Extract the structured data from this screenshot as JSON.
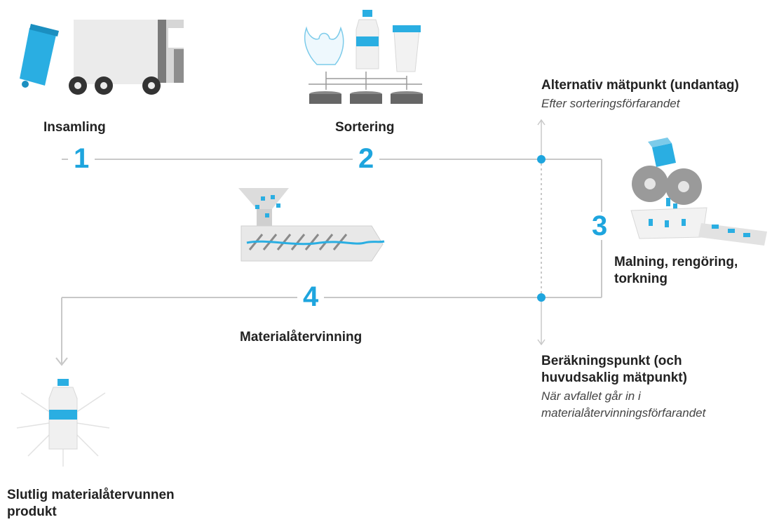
{
  "colors": {
    "accent": "#1ea5de",
    "line": "#c8c8c8",
    "text": "#222222"
  },
  "steps": [
    {
      "number": "1",
      "label": "Insamling",
      "icon": "garbage-truck-icon"
    },
    {
      "number": "2",
      "label": "Sortering",
      "icon": "sorting-waste-icon"
    },
    {
      "number": "3",
      "label": "Malning, rengöring, torkning",
      "icon": "grinder-icon"
    },
    {
      "number": "4",
      "label": "Materialåtervinning",
      "icon": "extruder-icon"
    }
  ],
  "final_product": {
    "label": "Slutlig materialåtervunnen produkt",
    "icon": "recycled-bottle-icon"
  },
  "alt_point": {
    "title": "Alternativ mätpunkt (undantag)",
    "subtitle": "Efter sorteringsförfarandet"
  },
  "calc_point": {
    "title": "Beräkningspunkt (och huvudsaklig mätpunkt)",
    "subtitle": "När avfallet går in i materialåtervinningsförfarandet"
  }
}
